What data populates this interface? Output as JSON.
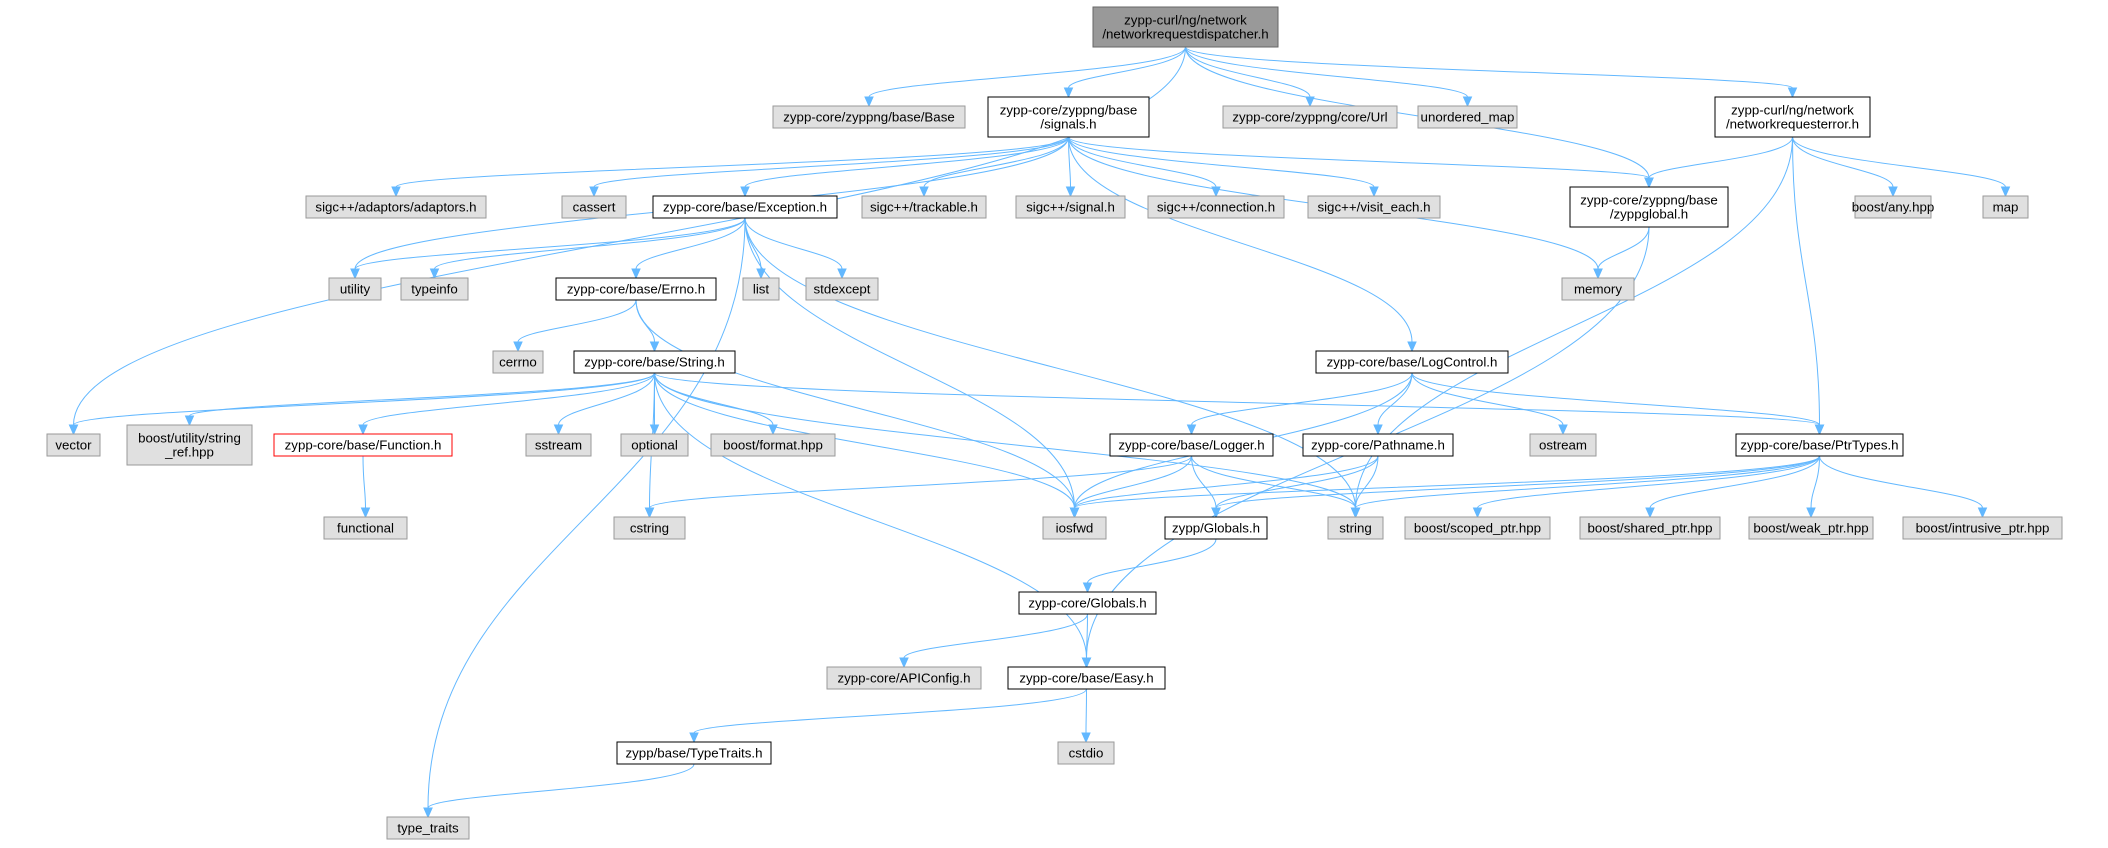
{
  "colors": {
    "root_fill": "#999999",
    "root_stroke": "#666666",
    "file_fill": "#ffffff",
    "file_stroke": "#000000",
    "external_fill": "#e0e0e0",
    "external_stroke": "#999999",
    "incomplete_stroke": "#ff0000",
    "edge": "#63b8ff"
  },
  "nodes": {
    "root": {
      "lines": [
        "zypp-curl/ng/network",
        "/networkrequestdispatcher.h"
      ],
      "kind": "root"
    },
    "base": {
      "lines": [
        "zypp-core/zyppng/base/Base"
      ],
      "kind": "external"
    },
    "signals": {
      "lines": [
        "zypp-core/zyppng/base",
        "/signals.h"
      ],
      "kind": "file"
    },
    "url": {
      "lines": [
        "zypp-core/zyppng/core/Url"
      ],
      "kind": "external"
    },
    "unordered_map": {
      "lines": [
        "unordered_map"
      ],
      "kind": "external"
    },
    "neterr": {
      "lines": [
        "zypp-curl/ng/network",
        "/networkrequesterror.h"
      ],
      "kind": "file"
    },
    "adaptors": {
      "lines": [
        "sigc++/adaptors/adaptors.h"
      ],
      "kind": "external"
    },
    "cassert": {
      "lines": [
        "cassert"
      ],
      "kind": "external"
    },
    "exception": {
      "lines": [
        "zypp-core/base/Exception.h"
      ],
      "kind": "file"
    },
    "trackable": {
      "lines": [
        "sigc++/trackable.h"
      ],
      "kind": "external"
    },
    "signal": {
      "lines": [
        "sigc++/signal.h"
      ],
      "kind": "external"
    },
    "connection": {
      "lines": [
        "sigc++/connection.h"
      ],
      "kind": "external"
    },
    "visit_each": {
      "lines": [
        "sigc++/visit_each.h"
      ],
      "kind": "external"
    },
    "zyppglobal": {
      "lines": [
        "zypp-core/zyppng/base",
        "/zyppglobal.h"
      ],
      "kind": "file"
    },
    "boost_any": {
      "lines": [
        "boost/any.hpp"
      ],
      "kind": "external"
    },
    "map": {
      "lines": [
        "map"
      ],
      "kind": "external"
    },
    "utility": {
      "lines": [
        "utility"
      ],
      "kind": "external"
    },
    "typeinfo": {
      "lines": [
        "typeinfo"
      ],
      "kind": "external"
    },
    "errno": {
      "lines": [
        "zypp-core/base/Errno.h"
      ],
      "kind": "file"
    },
    "list": {
      "lines": [
        "list"
      ],
      "kind": "external"
    },
    "stdexcept": {
      "lines": [
        "stdexcept"
      ],
      "kind": "external"
    },
    "memory": {
      "lines": [
        "memory"
      ],
      "kind": "external"
    },
    "cerrno": {
      "lines": [
        "cerrno"
      ],
      "kind": "external"
    },
    "string_h": {
      "lines": [
        "zypp-core/base/String.h"
      ],
      "kind": "file"
    },
    "logcontrol": {
      "lines": [
        "zypp-core/base/LogControl.h"
      ],
      "kind": "file"
    },
    "vector": {
      "lines": [
        "vector"
      ],
      "kind": "external"
    },
    "string_ref": {
      "lines": [
        "boost/utility/string",
        "_ref.hpp"
      ],
      "kind": "external"
    },
    "function": {
      "lines": [
        "zypp-core/base/Function.h"
      ],
      "kind": "incomplete"
    },
    "sstream": {
      "lines": [
        "sstream"
      ],
      "kind": "external"
    },
    "optional": {
      "lines": [
        "optional"
      ],
      "kind": "external"
    },
    "boost_format": {
      "lines": [
        "boost/format.hpp"
      ],
      "kind": "external"
    },
    "logger": {
      "lines": [
        "zypp-core/base/Logger.h"
      ],
      "kind": "file"
    },
    "pathname": {
      "lines": [
        "zypp-core/Pathname.h"
      ],
      "kind": "file"
    },
    "ostream": {
      "lines": [
        "ostream"
      ],
      "kind": "external"
    },
    "ptrtypes": {
      "lines": [
        "zypp-core/base/PtrTypes.h"
      ],
      "kind": "file"
    },
    "functional": {
      "lines": [
        "functional"
      ],
      "kind": "external"
    },
    "cstring": {
      "lines": [
        "cstring"
      ],
      "kind": "external"
    },
    "iosfwd": {
      "lines": [
        "iosfwd"
      ],
      "kind": "external"
    },
    "zypp_globals": {
      "lines": [
        "zypp/Globals.h"
      ],
      "kind": "file"
    },
    "string": {
      "lines": [
        "string"
      ],
      "kind": "external"
    },
    "scoped_ptr": {
      "lines": [
        "boost/scoped_ptr.hpp"
      ],
      "kind": "external"
    },
    "shared_ptr": {
      "lines": [
        "boost/shared_ptr.hpp"
      ],
      "kind": "external"
    },
    "weak_ptr": {
      "lines": [
        "boost/weak_ptr.hpp"
      ],
      "kind": "external"
    },
    "intrusive_ptr": {
      "lines": [
        "boost/intrusive_ptr.hpp"
      ],
      "kind": "external"
    },
    "core_globals": {
      "lines": [
        "zypp-core/Globals.h"
      ],
      "kind": "file"
    },
    "apiconfig": {
      "lines": [
        "zypp-core/APIConfig.h"
      ],
      "kind": "external"
    },
    "easy": {
      "lines": [
        "zypp-core/base/Easy.h"
      ],
      "kind": "file"
    },
    "typetraits": {
      "lines": [
        "zypp/base/TypeTraits.h"
      ],
      "kind": "file"
    },
    "cstdio": {
      "lines": [
        "cstdio"
      ],
      "kind": "external"
    },
    "type_traits": {
      "lines": [
        "type_traits"
      ],
      "kind": "external"
    }
  },
  "edges": [
    [
      "root",
      "base"
    ],
    [
      "root",
      "signals"
    ],
    [
      "root",
      "url"
    ],
    [
      "root",
      "unordered_map"
    ],
    [
      "root",
      "neterr"
    ],
    [
      "root",
      "vector"
    ],
    [
      "root",
      "zyppglobal"
    ],
    [
      "signals",
      "adaptors"
    ],
    [
      "signals",
      "cassert"
    ],
    [
      "signals",
      "exception"
    ],
    [
      "signals",
      "trackable"
    ],
    [
      "signals",
      "signal"
    ],
    [
      "signals",
      "connection"
    ],
    [
      "signals",
      "visit_each"
    ],
    [
      "signals",
      "zyppglobal"
    ],
    [
      "signals",
      "memory"
    ],
    [
      "signals",
      "utility"
    ],
    [
      "signals",
      "logcontrol"
    ],
    [
      "neterr",
      "zyppglobal"
    ],
    [
      "neterr",
      "boost_any"
    ],
    [
      "neterr",
      "map"
    ],
    [
      "neterr",
      "ptrtypes"
    ],
    [
      "neterr",
      "string"
    ],
    [
      "zyppglobal",
      "memory"
    ],
    [
      "zyppglobal",
      "easy"
    ],
    [
      "exception",
      "utility"
    ],
    [
      "exception",
      "typeinfo"
    ],
    [
      "exception",
      "errno"
    ],
    [
      "exception",
      "list"
    ],
    [
      "exception",
      "stdexcept"
    ],
    [
      "exception",
      "iosfwd"
    ],
    [
      "exception",
      "string"
    ],
    [
      "exception",
      "type_traits"
    ],
    [
      "errno",
      "cerrno"
    ],
    [
      "errno",
      "string_h"
    ],
    [
      "errno",
      "iosfwd"
    ],
    [
      "string_h",
      "vector"
    ],
    [
      "string_h",
      "string_ref"
    ],
    [
      "string_h",
      "function"
    ],
    [
      "string_h",
      "sstream"
    ],
    [
      "string_h",
      "optional"
    ],
    [
      "string_h",
      "boost_format"
    ],
    [
      "string_h",
      "cstring"
    ],
    [
      "string_h",
      "iosfwd"
    ],
    [
      "string_h",
      "string"
    ],
    [
      "string_h",
      "ptrtypes"
    ],
    [
      "string_h",
      "easy"
    ],
    [
      "function",
      "functional"
    ],
    [
      "logcontrol",
      "iosfwd"
    ],
    [
      "logcontrol",
      "logger"
    ],
    [
      "logcontrol",
      "pathname"
    ],
    [
      "logcontrol",
      "ostream"
    ],
    [
      "logcontrol",
      "ptrtypes"
    ],
    [
      "logger",
      "cstring"
    ],
    [
      "logger",
      "iosfwd"
    ],
    [
      "logger",
      "zypp_globals"
    ],
    [
      "logger",
      "string"
    ],
    [
      "pathname",
      "iosfwd"
    ],
    [
      "pathname",
      "zypp_globals"
    ],
    [
      "pathname",
      "string"
    ],
    [
      "ptrtypes",
      "iosfwd"
    ],
    [
      "ptrtypes",
      "zypp_globals"
    ],
    [
      "ptrtypes",
      "string"
    ],
    [
      "ptrtypes",
      "scoped_ptr"
    ],
    [
      "ptrtypes",
      "shared_ptr"
    ],
    [
      "ptrtypes",
      "weak_ptr"
    ],
    [
      "ptrtypes",
      "intrusive_ptr"
    ],
    [
      "zypp_globals",
      "core_globals"
    ],
    [
      "core_globals",
      "apiconfig"
    ],
    [
      "core_globals",
      "easy"
    ],
    [
      "easy",
      "typetraits"
    ],
    [
      "easy",
      "cstdio"
    ],
    [
      "typetraits",
      "type_traits"
    ]
  ]
}
